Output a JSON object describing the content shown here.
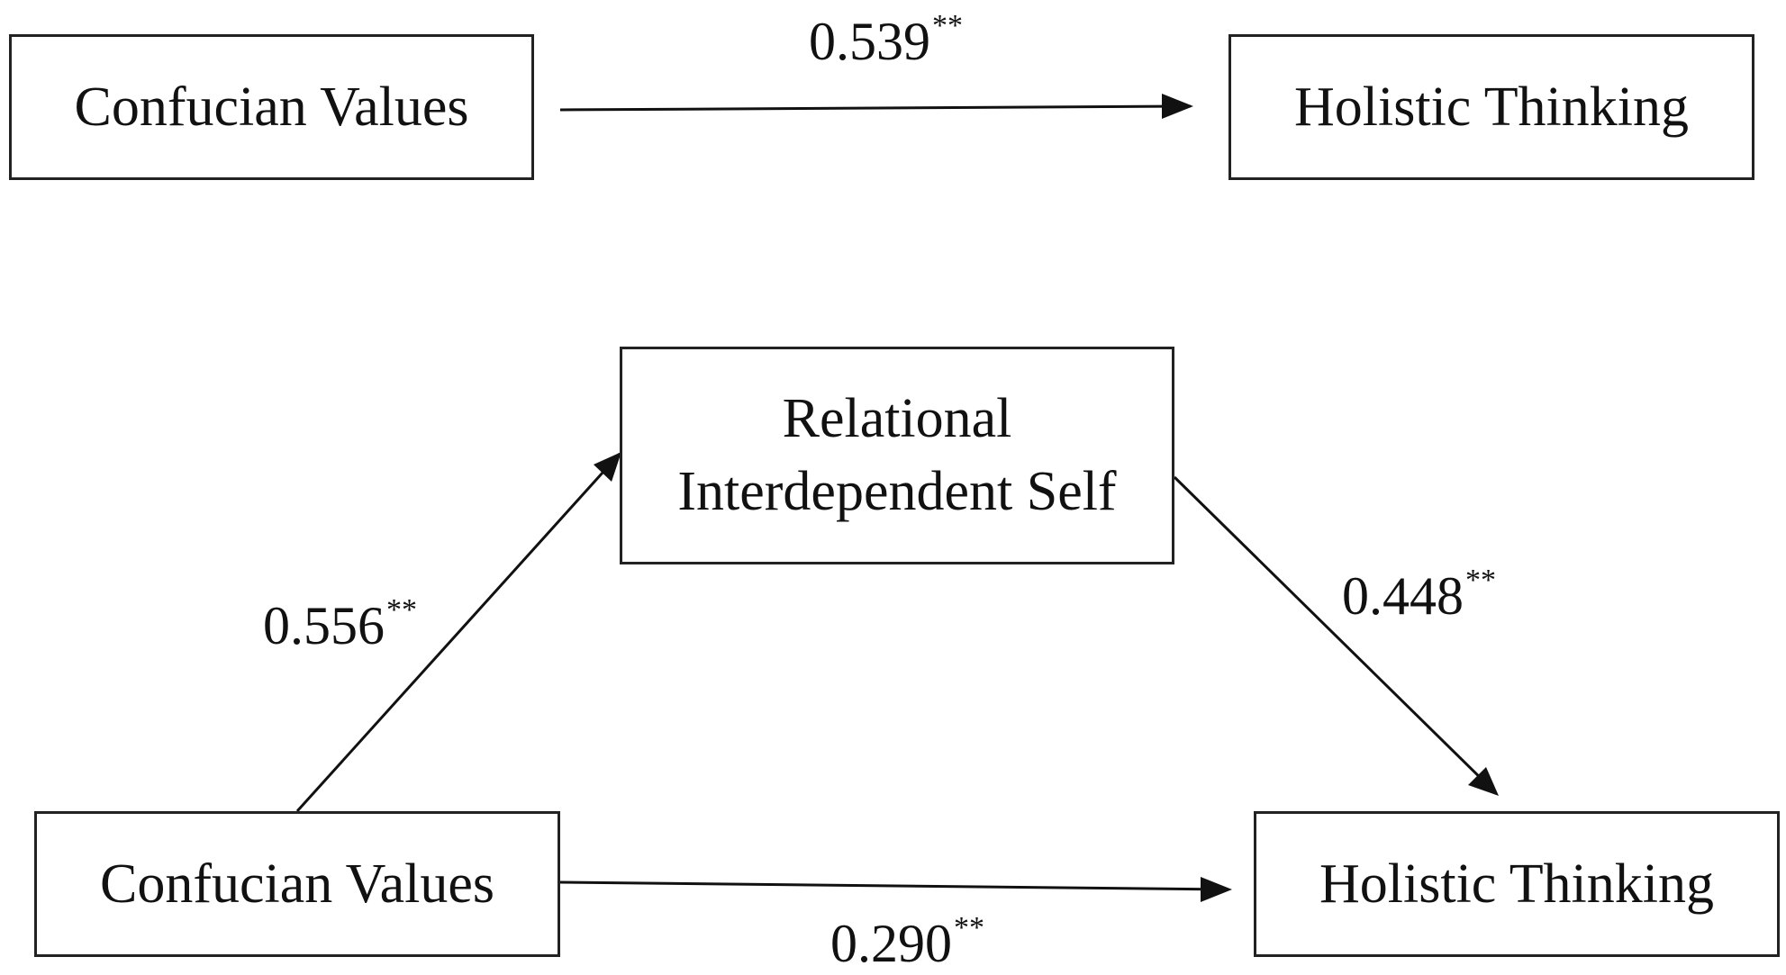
{
  "total_effect": {
    "predictor": "Confucian Values",
    "outcome": "Holistic Thinking",
    "coefficient": "0.539",
    "significance": "**"
  },
  "mediation_model": {
    "predictor": "Confucian Values",
    "mediator_line1": "Relational",
    "mediator_line2": "Interdependent Self",
    "outcome": "Holistic Thinking",
    "path_a": {
      "coefficient": "0.556",
      "significance": "**"
    },
    "path_b": {
      "coefficient": "0.448",
      "significance": "**"
    },
    "path_c_prime": {
      "coefficient": "0.290",
      "significance": "**"
    }
  },
  "colors": {
    "stroke": "#222222",
    "text": "#111111",
    "background": "#ffffff"
  }
}
